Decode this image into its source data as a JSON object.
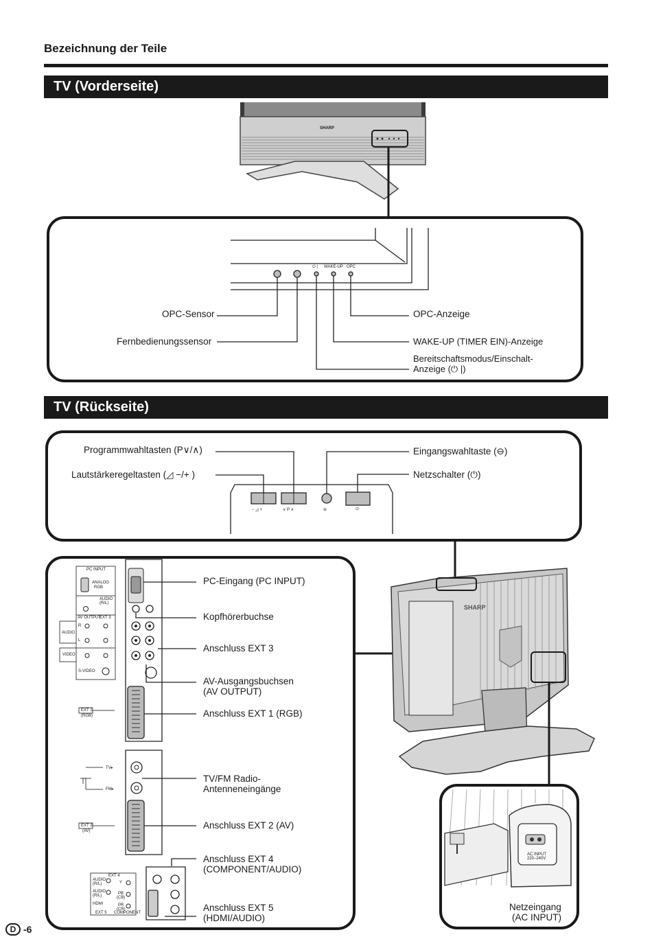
{
  "page": {
    "section_title": "Bezeichnung der Teile",
    "page_letter": "D",
    "page_number": "-6"
  },
  "front": {
    "banner": "TV (Vorderseite)",
    "brand": "SHARP",
    "panel_marks": {
      "power": "⏻ |",
      "wakeup": "WAKE-UP",
      "opc": "OPC"
    },
    "labels": {
      "opc_sensor": "OPC-Sensor",
      "remote_sensor": "Fernbedienungssensor",
      "opc_indicator": "OPC-Anzeige",
      "wakeup_indicator": "WAKE-UP (TIMER EIN)-Anzeige",
      "standby_line1": "Bereitschaftsmodus/Einschalt-",
      "standby_line2": "Anzeige (⏻ |)"
    }
  },
  "rear": {
    "banner": "TV (Rückseite)",
    "top_labels": {
      "program_keys": "Programmwahltasten (P∨/∧)",
      "volume_keys": "Lautstärkeregeltasten (◿ −/+ )",
      "input_key": "Eingangswahltaste (⊖)",
      "power_switch": "Netzschalter (⏻)"
    },
    "button_marks": {
      "volume": "− ◿ +",
      "program": "∨ P ∧",
      "input": "⊖",
      "power": "⏻"
    },
    "panel_marks": {
      "pc_input": "PC INPUT",
      "analog_rgb_1": "ANALOG",
      "analog_rgb_2": "RGB",
      "audio_rl_1": "AUDIO",
      "audio_rl_2": "(R/L)",
      "av_output": "AV OUTPUT",
      "ext3": "EXT 3",
      "audio": "AUDIO",
      "r": "R",
      "l": "L",
      "video": "VIDEO",
      "s_video": "S-VIDEO",
      "ext1": "EXT 1",
      "rgb": "(RGB)",
      "tv": "TV▸",
      "fm": "FM▸",
      "ext2": "EXT 2",
      "av": "(AV)",
      "ext4": "EXT 4",
      "y": "Y",
      "pb": "PB",
      "cb": "(CB)",
      "pr": "PR",
      "cr": "(CR)",
      "hdmi": "HDMI",
      "ext5": "EXT 5",
      "component": "COMPONENT"
    },
    "labels": {
      "pc_input": "PC-Eingang (PC INPUT)",
      "headphone": "Kopfhörerbuchse",
      "ext3": "Anschluss EXT 3",
      "av_output_1": "AV-Ausgangsbuchsen",
      "av_output_2": "(AV OUTPUT)",
      "ext1": "Anschluss EXT 1 (RGB)",
      "antenna_1": "TV/FM Radio-",
      "antenna_2": "Antenneneingänge",
      "ext2": "Anschluss EXT 2 (AV)",
      "ext4_1": "Anschluss EXT 4",
      "ext4_2": "(COMPONENT/AUDIO)",
      "ext5_1": "Anschluss EXT 5",
      "ext5_2": "(HDMI/AUDIO)",
      "ac_input_1": "Netzeingang",
      "ac_input_2": "(AC INPUT)",
      "ac_mark_1": "AC INPUT",
      "ac_mark_2": "220–240V"
    }
  }
}
